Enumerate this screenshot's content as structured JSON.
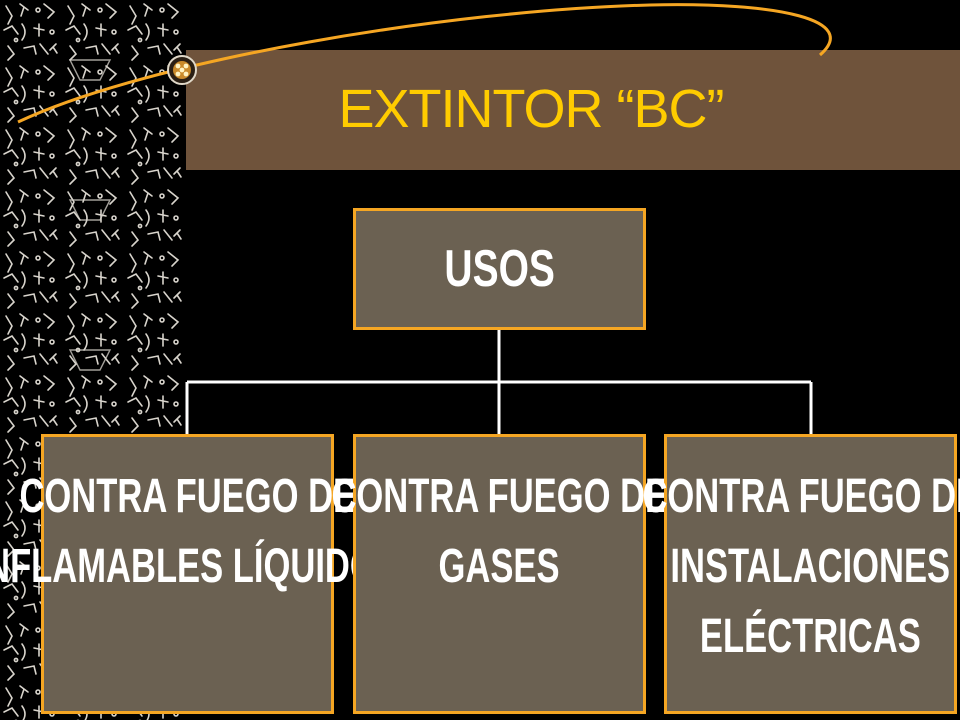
{
  "title": "EXTINTOR “BC”",
  "colors": {
    "background": "#000000",
    "title_band": "#6f533b",
    "title_text": "#ffcc00",
    "box_fill": "#6b6152",
    "box_border": "#f5a623",
    "connector": "#ffffff"
  },
  "diagram": {
    "root": {
      "label": "USOS"
    },
    "children": [
      {
        "lines": [
          "CONTRA FUEGO DE",
          "INFLAMABLES LÍQUIDOS"
        ]
      },
      {
        "lines": [
          "CONTRA FUEGO DE",
          "GASES"
        ]
      },
      {
        "lines": [
          "CONTRA FUEGO DE",
          "INSTALACIONES",
          "ELÉCTRICAS"
        ]
      }
    ]
  }
}
